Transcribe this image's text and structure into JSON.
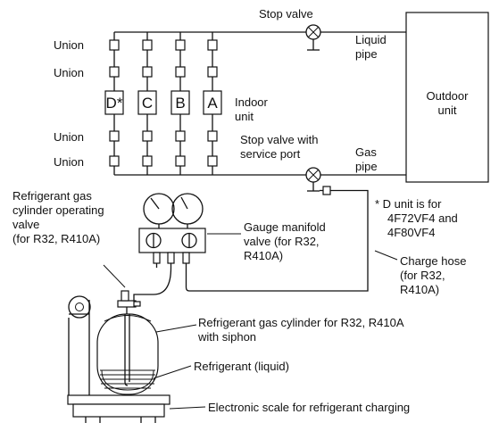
{
  "labels": {
    "stop_valve": "Stop valve",
    "liquid_pipe_1": "Liquid",
    "liquid_pipe_2": "pipe",
    "outdoor_unit_1": "Outdoor",
    "outdoor_unit_2": "unit",
    "union_1": "Union",
    "union_2": "Union",
    "union_3": "Union",
    "union_4": "Union",
    "indoor_unit_1": "Indoor",
    "indoor_unit_2": "unit",
    "unit_d": "D*",
    "unit_c": "C",
    "unit_b": "B",
    "unit_a": "A",
    "stop_valve_port_1": "Stop valve with",
    "stop_valve_port_2": "service port",
    "gas_pipe_1": "Gas",
    "gas_pipe_2": "pipe",
    "cyl_valve_1": "Refrigerant gas",
    "cyl_valve_2": "cylinder operating",
    "cyl_valve_3": "valve",
    "cyl_valve_4": "(for R32, R410A)",
    "gauge_1": "Gauge manifold",
    "gauge_2": "valve (for R32,",
    "gauge_3": "R410A)",
    "note_1": "*  D unit is for",
    "note_2": "4F72VF4 and",
    "note_3": "4F80VF4",
    "hose_1": "Charge hose",
    "hose_2": "(for R32,",
    "hose_3": "R410A)",
    "cylinder_1": "Refrigerant gas cylinder for R32, R410A",
    "cylinder_2": "with siphon",
    "refrigerant": "Refrigerant (liquid)",
    "scale": "Electronic scale for refrigerant charging"
  }
}
